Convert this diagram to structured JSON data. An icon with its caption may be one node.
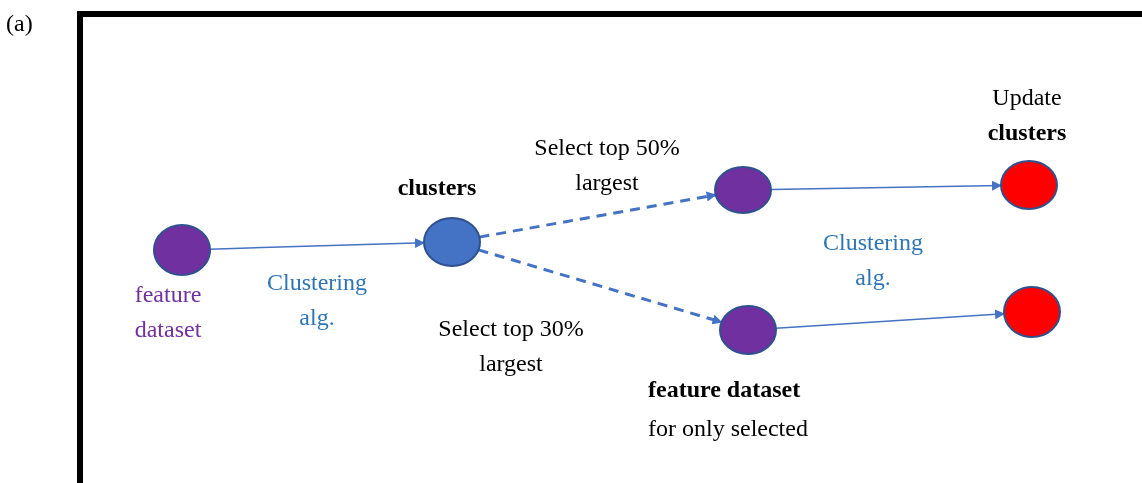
{
  "diagram": {
    "nodes": [
      {
        "text": [
          "feature dataset"
        ]
      },
      {
        "text": [
          "clusters"
        ]
      },
      {
        "text": [],
        "shape": "circle"
      },
      {
        "text": [
          "feature dataset",
          "for only selected"
        ]
      },
      {
        "text": [
          "Update **clusters**"
        ]
      },
      {
        "text": [],
        "shape": "circle"
      }
    ],
    "edges": [
      {
        "from": 0,
        "to": 1,
        "arrow": "to",
        "label": "Clustering alg."
      },
      {
        "from": 1,
        "to": 2,
        "arrow": "to",
        "style": "dashed",
        "label": "Select top 50% largest"
      },
      {
        "from": 1,
        "to": 3,
        "arrow": "to",
        "style": "dashed",
        "label": "Select top 30% largest"
      },
      {
        "from": 2,
        "to": 4,
        "arrow": "to"
      },
      {
        "from": 3,
        "to": 5,
        "arrow": "to"
      }
    ],
    "labels": [
      "(a)",
      "Clustering alg."
    ]
  }
}
